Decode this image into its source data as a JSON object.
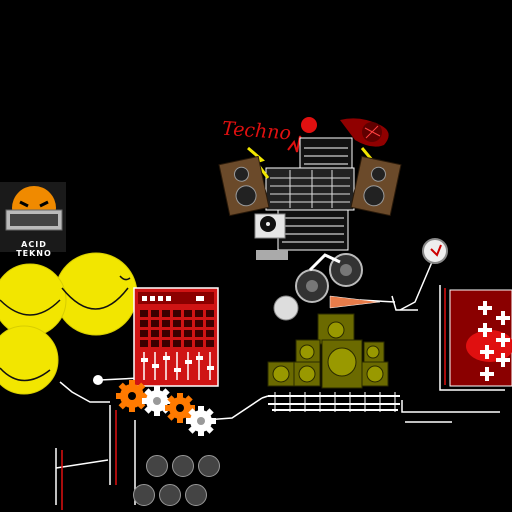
{
  "scene": {
    "background": "#000000",
    "accent_red": "#e01010",
    "accent_yellow": "#f2e600",
    "accent_orange": "#ff7a00"
  },
  "logo": {
    "text": "Techno"
  },
  "acid_badge": {
    "label": "ACID TEKNO"
  },
  "controls": {
    "buttons": [
      "circle-button",
      "circle-button",
      "circle-button",
      "circle-button",
      "circle-button",
      "circle-button"
    ]
  }
}
